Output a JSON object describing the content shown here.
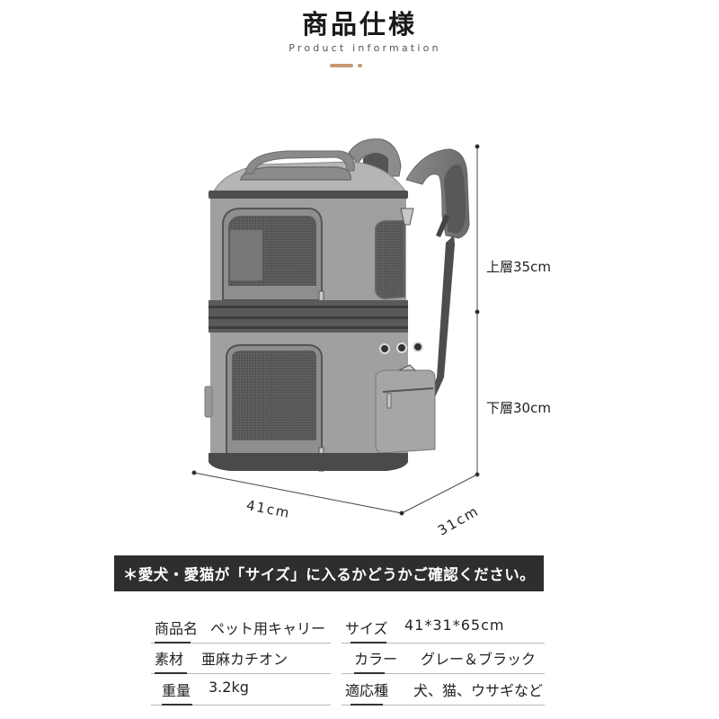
{
  "header": {
    "title": "商品仕様",
    "subtitle": "Product information",
    "accent_color": "#c49a74"
  },
  "product_image": {
    "description": "pet-carrier-backpack",
    "bag_color": "#9a9a9a",
    "trim_color": "#4a4a4a"
  },
  "dimensions": {
    "upper_layer": "上層35cm",
    "lower_layer": "下層30cm",
    "width": "41cm",
    "depth": "31cm"
  },
  "notice_banner": {
    "text": "＊愛犬・愛猫が「サイズ」に入るかどうかご確認ください。",
    "background": "#2e2e2e"
  },
  "specs": {
    "left": [
      {
        "label": "商品名",
        "value": "ペット用キャリー"
      },
      {
        "label": "素材",
        "value": "亜麻カチオン"
      },
      {
        "label": "重量",
        "value": "3.2kg"
      }
    ],
    "right": [
      {
        "label": "サイズ",
        "value": "41*31*65cm"
      },
      {
        "label": "カラー",
        "value": "グレー＆ブラック"
      },
      {
        "label": "適応種",
        "value": "犬、猫、ウサギなど"
      }
    ]
  }
}
